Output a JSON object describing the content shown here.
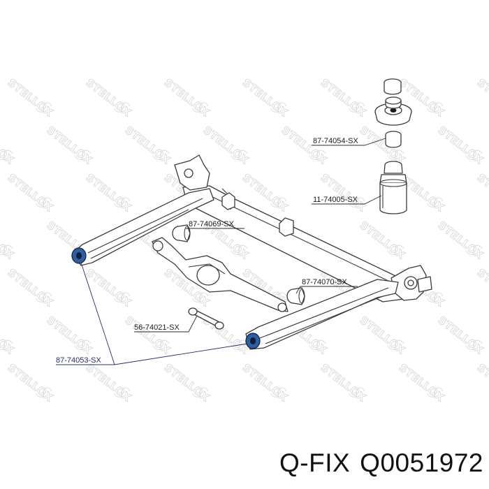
{
  "watermark": {
    "text": "STELLOX"
  },
  "parts": [
    {
      "id": "p1",
      "code": "87-74054-SX"
    },
    {
      "id": "p2",
      "code": "11-74005-SX"
    },
    {
      "id": "p3",
      "code": "87-74069-SX"
    },
    {
      "id": "p4",
      "code": "87-74070-SX"
    },
    {
      "id": "p5",
      "code": "56-74021-SX"
    },
    {
      "id": "p6",
      "code": "87-74053-SX"
    }
  ],
  "footer": {
    "brand": "Q-FIX",
    "part_number": "Q0051972"
  }
}
